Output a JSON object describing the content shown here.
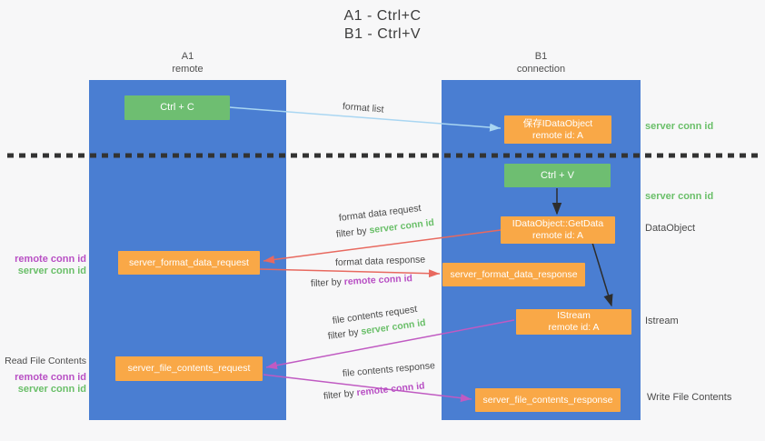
{
  "title": {
    "line1": "A1 - Ctrl+C",
    "line2": "B1 - Ctrl+V"
  },
  "columns": {
    "left": {
      "name": "A1",
      "role": "remote"
    },
    "right": {
      "name": "B1",
      "role": "connection"
    }
  },
  "boxes": {
    "ctrl_c": {
      "label": "Ctrl + C"
    },
    "save_dataobject": {
      "line1": "保存IDataObject",
      "line2": "remote id: A"
    },
    "ctrl_v": {
      "label": "Ctrl + V"
    },
    "getdata": {
      "line1": "IDataObject::GetData",
      "line2": "remote id: A"
    },
    "format_request": {
      "label": "server_format_data_request"
    },
    "format_response": {
      "label": "server_format_data_response"
    },
    "istream": {
      "line1": "IStream",
      "line2": "remote id: A"
    },
    "file_request": {
      "label": "server_file_contents_request"
    },
    "file_response": {
      "label": "server_file_contents_response"
    }
  },
  "arrow_labels": {
    "format_list": "format list",
    "format_data_request": "format data request",
    "format_data_response": "format data response",
    "file_contents_request": "file contents request",
    "file_contents_response": "file contents response",
    "filter_by": "filter by ",
    "server_conn_id": "server conn id",
    "remote_conn_id": "remote conn id"
  },
  "side_labels": {
    "server_conn_id_top": "server conn id",
    "server_conn_id_mid": "server conn id",
    "dataobject": "DataObject",
    "istream": "Istream",
    "write_file_contents": "Write File Contents",
    "read_file_contents": "Read File Contents",
    "remote_conn_id": "remote conn id",
    "server_conn_id": "server conn id"
  },
  "colors": {
    "column_blue": "#4a7ed2",
    "box_orange": "#f9a847",
    "box_green": "#6ebe71",
    "green_text": "#6abf69",
    "purple_text": "#b84fc4",
    "arrow_red": "#e8695f",
    "arrow_pink": "#c05ac2",
    "arrow_lightblue": "#a9d6f2",
    "arrow_black": "#2d2d2d",
    "dotted_line": "#333333"
  }
}
